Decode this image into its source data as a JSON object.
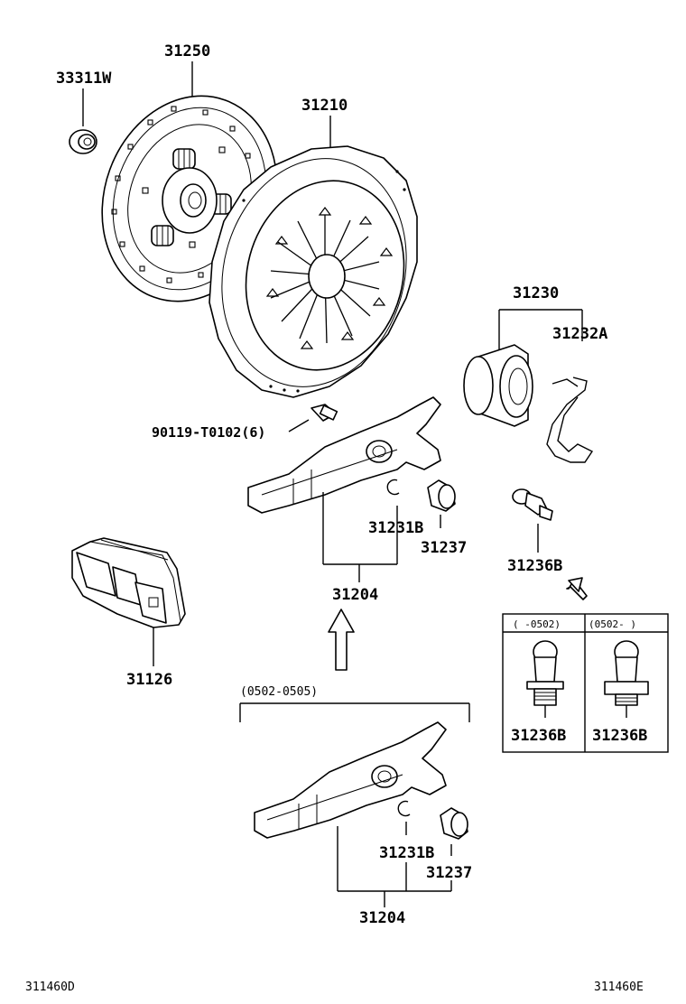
{
  "labels": {
    "p33311w": "33311W",
    "p31250": "31250",
    "p31210": "31210",
    "p90119": "90119-T0102(6)",
    "p31230": "31230",
    "p31232a": "31232A",
    "p31231b_top": "31231B",
    "p31237_top": "31237",
    "p31204_top": "31204",
    "p31236b_main": "31236B",
    "p31126": "31126",
    "p31236b_left": "31236B",
    "p31236b_right": "31236B",
    "p31231b_bottom": "31231B",
    "p31237_bottom": "31237",
    "p31204_bottom": "31204"
  },
  "ranges": {
    "bottom_group": "(0502-0505)",
    "table_left": "(    -0502)",
    "table_right": "(0502-     )"
  },
  "footer": {
    "left_ref": "311460D",
    "right_ref": "311460E"
  }
}
